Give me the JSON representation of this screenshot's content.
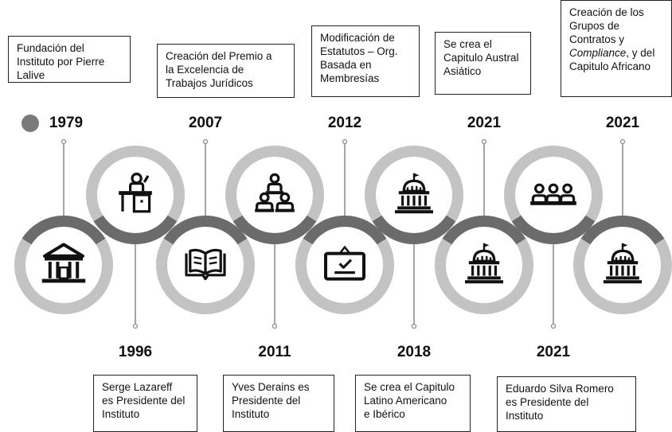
{
  "top_events": [
    {
      "year": "1979",
      "lines": [
        "Fundación del",
        "Instituto por Pierre",
        "Lalive"
      ],
      "icon": "courthouse-icon"
    },
    {
      "year": "2007",
      "lines": [
        "Creación del Premio a",
        "la Excelencia de",
        "Trabajos Jurídicos"
      ],
      "icon": "open-book-icon"
    },
    {
      "year": "2012",
      "lines": [
        "Modificación de",
        "Estatutos – Org.",
        "Basada en",
        "Membresías"
      ],
      "icon": "signboard-check-icon"
    },
    {
      "year": "2021",
      "lines": [
        "Se crea el",
        "Capitulo Austral",
        "Asiático"
      ],
      "icon": "capitol-icon"
    },
    {
      "year": "2021",
      "lines": [
        "Creación de los",
        "Grupos de",
        "Contratos y",
        "Compliance, y del",
        "Capitulo Africano"
      ],
      "icon": "capitol-icon"
    }
  ],
  "bottom_events": [
    {
      "year": "1996",
      "lines": [
        "Serge Lazareff",
        "es Presidente del",
        "Instituto"
      ],
      "icon": "person-at-desk-icon"
    },
    {
      "year": "2011",
      "lines": [
        "Yves Derains es",
        "Presidente del",
        "Instituto"
      ],
      "icon": "people-group-icon"
    },
    {
      "year": "2018",
      "lines": [
        "Se crea el Capitulo",
        "Latino Americano",
        "e Ibérico"
      ],
      "icon": "capitol-icon"
    },
    {
      "year": "2021",
      "lines": [
        "Eduardo Silva Romero",
        "es Presidente del",
        "Instituto"
      ],
      "icon": "audience-icon"
    }
  ],
  "colors": {
    "outer_ring": "#c3c3c3",
    "band": "#6b6b6b",
    "icon": "#111111",
    "dot": "#7a7a7a",
    "connector": "#888888"
  }
}
